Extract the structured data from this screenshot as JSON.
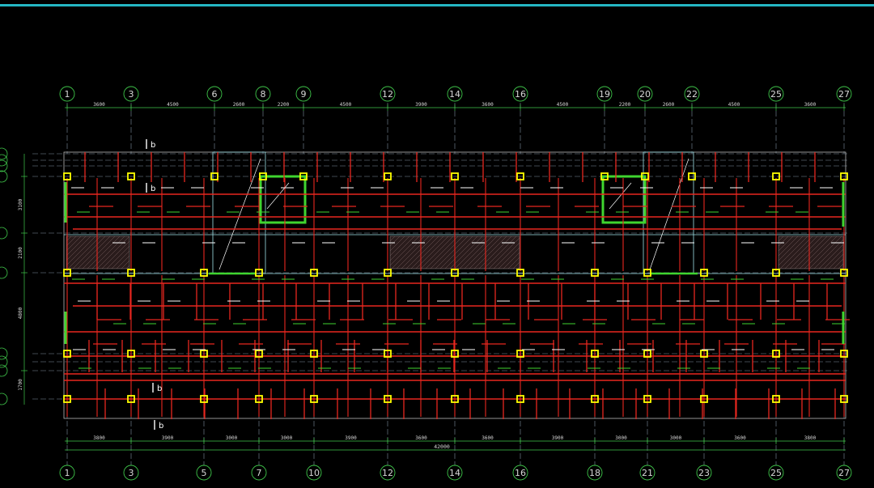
{
  "drawing": {
    "top_axes": [
      "1",
      "3",
      "6",
      "8",
      "9",
      "12",
      "14",
      "16",
      "19",
      "20",
      "22",
      "25",
      "27"
    ],
    "top_dims": [
      "3600",
      "4500",
      "2600",
      "2200",
      "4500",
      "3900",
      "3600",
      "4500",
      "2200",
      "2600",
      "4500",
      "3600"
    ],
    "bottom_axes": [
      "1",
      "3",
      "5",
      "7",
      "10",
      "12",
      "14",
      "16",
      "18",
      "21",
      "23",
      "25",
      "27"
    ],
    "bottom_dims": [
      "3800",
      "3900",
      "3000",
      "3000",
      "3900",
      "3600",
      "3600",
      "3900",
      "3000",
      "3000",
      "3600",
      "3800"
    ],
    "total_length": "42000",
    "left_dims": [
      "3100",
      "2100",
      "4800",
      "1700"
    ],
    "section_marks": [
      "b",
      "b",
      "b",
      "b"
    ],
    "colors": {
      "background": "#000000",
      "accent_bar": "#25b7c4",
      "beam": "#e8271f",
      "rebar_green": "#3fd52f",
      "column": "#ffff00",
      "axis_line": "#7f8fa0",
      "wall": "#b8b8b8",
      "dimension": "#3fc64a",
      "text": "#d8d8d8"
    }
  }
}
